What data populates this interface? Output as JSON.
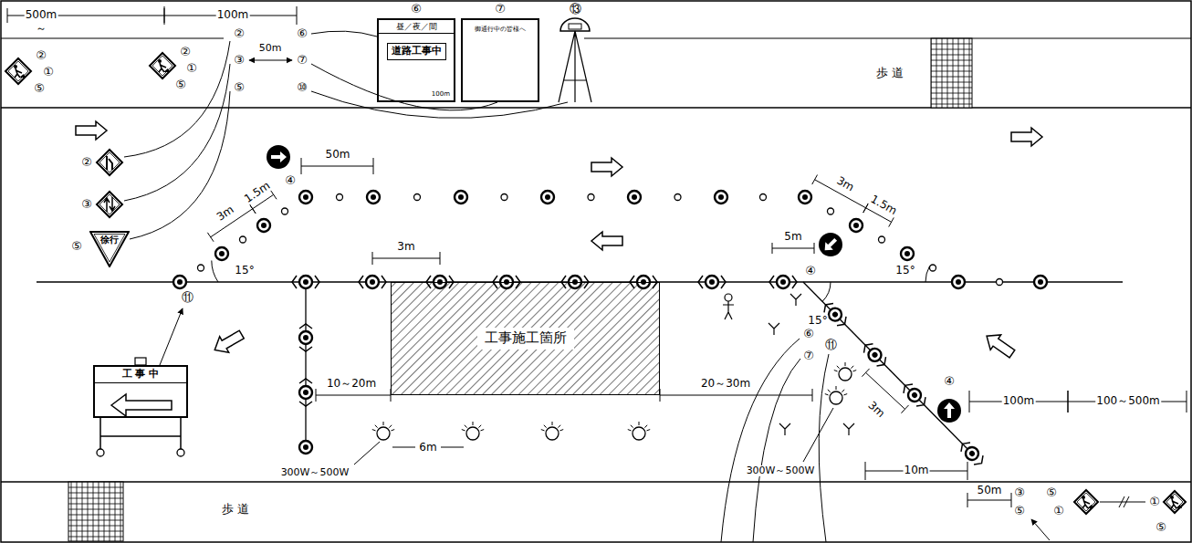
{
  "diagram": {
    "nodes": [
      {
        "text": [
          "工事施工箇所"
        ]
      },
      {
        "text": [
          "昼／夜／間",
          "道路工事中",
          "100m"
        ]
      },
      {
        "text": [
          "御通行中の皆様へ"
        ]
      },
      {
        "text": [
          "徐行"
        ]
      },
      {
        "text": [
          "工 事 中"
        ]
      }
    ],
    "labels": [
      "500m",
      "～",
      "100m",
      "②",
      "①",
      "⑤",
      "②",
      "①",
      "⑤",
      "②",
      "③",
      "⑤",
      "50m",
      "⑥",
      "⑦",
      "⑩",
      "⑥",
      "⑦",
      "⑬",
      "歩 道",
      "②",
      "③",
      "⑤",
      "50m",
      "3m",
      "1.5m",
      "④",
      "⑪",
      "15°",
      "3m",
      "10～20m",
      "20～30m",
      "6m",
      "300W～500W",
      "5m",
      "3m",
      "1.5m",
      "④",
      "15°",
      "15°",
      "⑥",
      "⑦",
      "⑪",
      "3m",
      "④",
      "100m",
      "100～500m",
      "300W～500W",
      "10m",
      "50m",
      "③",
      "⑤",
      "⑤",
      "①",
      "①",
      "⑤",
      "歩 道"
    ]
  }
}
